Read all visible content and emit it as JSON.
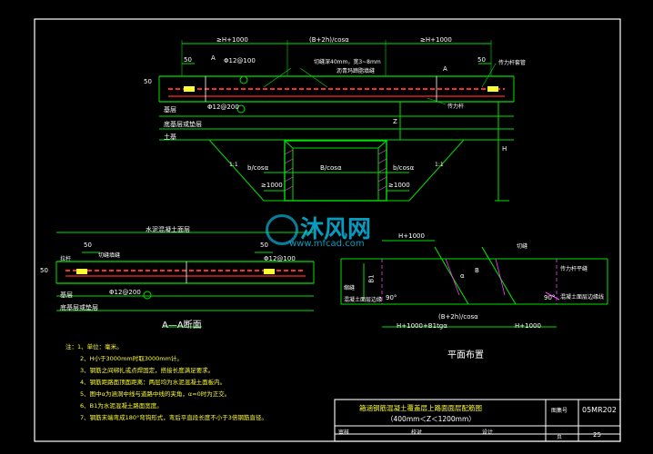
{
  "watermark": {
    "brand": "沐风网",
    "url": "www.mfcad.com"
  },
  "section_top": {
    "dim_h_left": "≥H+1000",
    "dim_center": "(B+2h)/cosα",
    "dim_h_right": "≥H+1000",
    "dim_50_left": "50",
    "dim_50_right": "50",
    "dim_50_vert": "50",
    "rebar_top": "Φ12@100",
    "rebar_bottom": "Φ12@200",
    "callout_gap": "切缝深40mm，宽3~8mm",
    "callout_fill": "沥青玛蹄脂填缝",
    "callout_sleeve": "传力杆套管",
    "callout_bar": "传力杆",
    "label_base": "基层",
    "label_subbase": "底基层或垫层",
    "label_soil": "土基",
    "mark_a_left": "A",
    "mark_a_right": "A",
    "mark_z": "Z",
    "mark_h": "H",
    "dim_b_cos_left": "b/cosα",
    "dim_B_cos": "B/cosα",
    "dim_b_cos_right": "b/cosα",
    "dim_1000_left": "≥1000",
    "dim_1000_right": "≥1000",
    "slope_left": "1:1",
    "slope_right": "1:1"
  },
  "section_aa": {
    "title": "A—A断面",
    "dim_slab": "水泥混凝土面层",
    "dim_50_left": "50",
    "dim_50_right": "50",
    "dim_50_vert": "50",
    "callout_gap": "切缝填缝",
    "callout_rebar": "Φ12@200",
    "label_top_bar": "Φ12@100",
    "label_bar": "拉杆",
    "label_base": "基层",
    "label_subbase": "底基层或垫层"
  },
  "plan": {
    "title": "平面布置",
    "dim_h": "H+1000",
    "dim_bottom_left": "H+1000+B1tgα",
    "dim_center": "(B+2h)/cosα",
    "dim_bottom_right": "H+1000",
    "callout_cut": "切缝",
    "callout_bar": "传力杆平缝",
    "callout_edge": "混凝土面层边缘线",
    "label_left": "缩缝",
    "label_left2": "混凝土面层边缘",
    "angle_left": "90°",
    "angle_right": "90°",
    "mark_b1": "B1",
    "mark_a": "α",
    "mark_b": "B"
  },
  "notes": [
    "注：1、单位：毫米。",
    "2、H小于3000mm时取3000mm计。",
    "3、钢筋之间绑扎或点焊固定，搭接长度满足要求。",
    "4、钢筋距路面顶面距离：两层均为水泥混凝土面板内。",
    "5、图中α为涵洞中线与道路中线的夹角，α=0时为正交。",
    "6、B1为水泥混凝土路面宽度。",
    "7、钢筋末端弯成180°弯钩形式，弯后平直段长度不小于3倍钢筋直径。"
  ],
  "title_block": {
    "title_line1": "箱涵钢筋混凝土覆盖层上路面面层配筋图",
    "title_line2": "（400mm＜Z＜1200mm）",
    "label_code": "图集号",
    "code": "05MR202",
    "label_page": "页",
    "page": "25",
    "row_labels": [
      "审核",
      "校对",
      "设计"
    ]
  }
}
